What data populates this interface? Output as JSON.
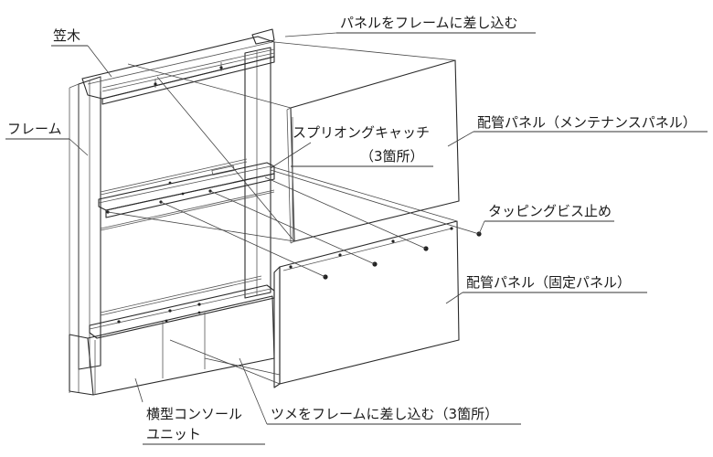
{
  "labels": {
    "kasagi": "笠木",
    "frame": "フレーム",
    "insert_panel": "パネルをフレームに差し込む",
    "spring_catch_1": "スプリオングキャッチ",
    "spring_catch_2": "（3箇所）",
    "maintenance_panel": "配管パネル（メンテナンスパネル）",
    "tapping_screw": "タッピングビス止め",
    "fixed_panel": "配管パネル（固定パネル）",
    "console_unit_1": "横型コンソール",
    "console_unit_2": "ユニット",
    "claw_insert": "ツメをフレームに差し込む（3箇所）"
  }
}
